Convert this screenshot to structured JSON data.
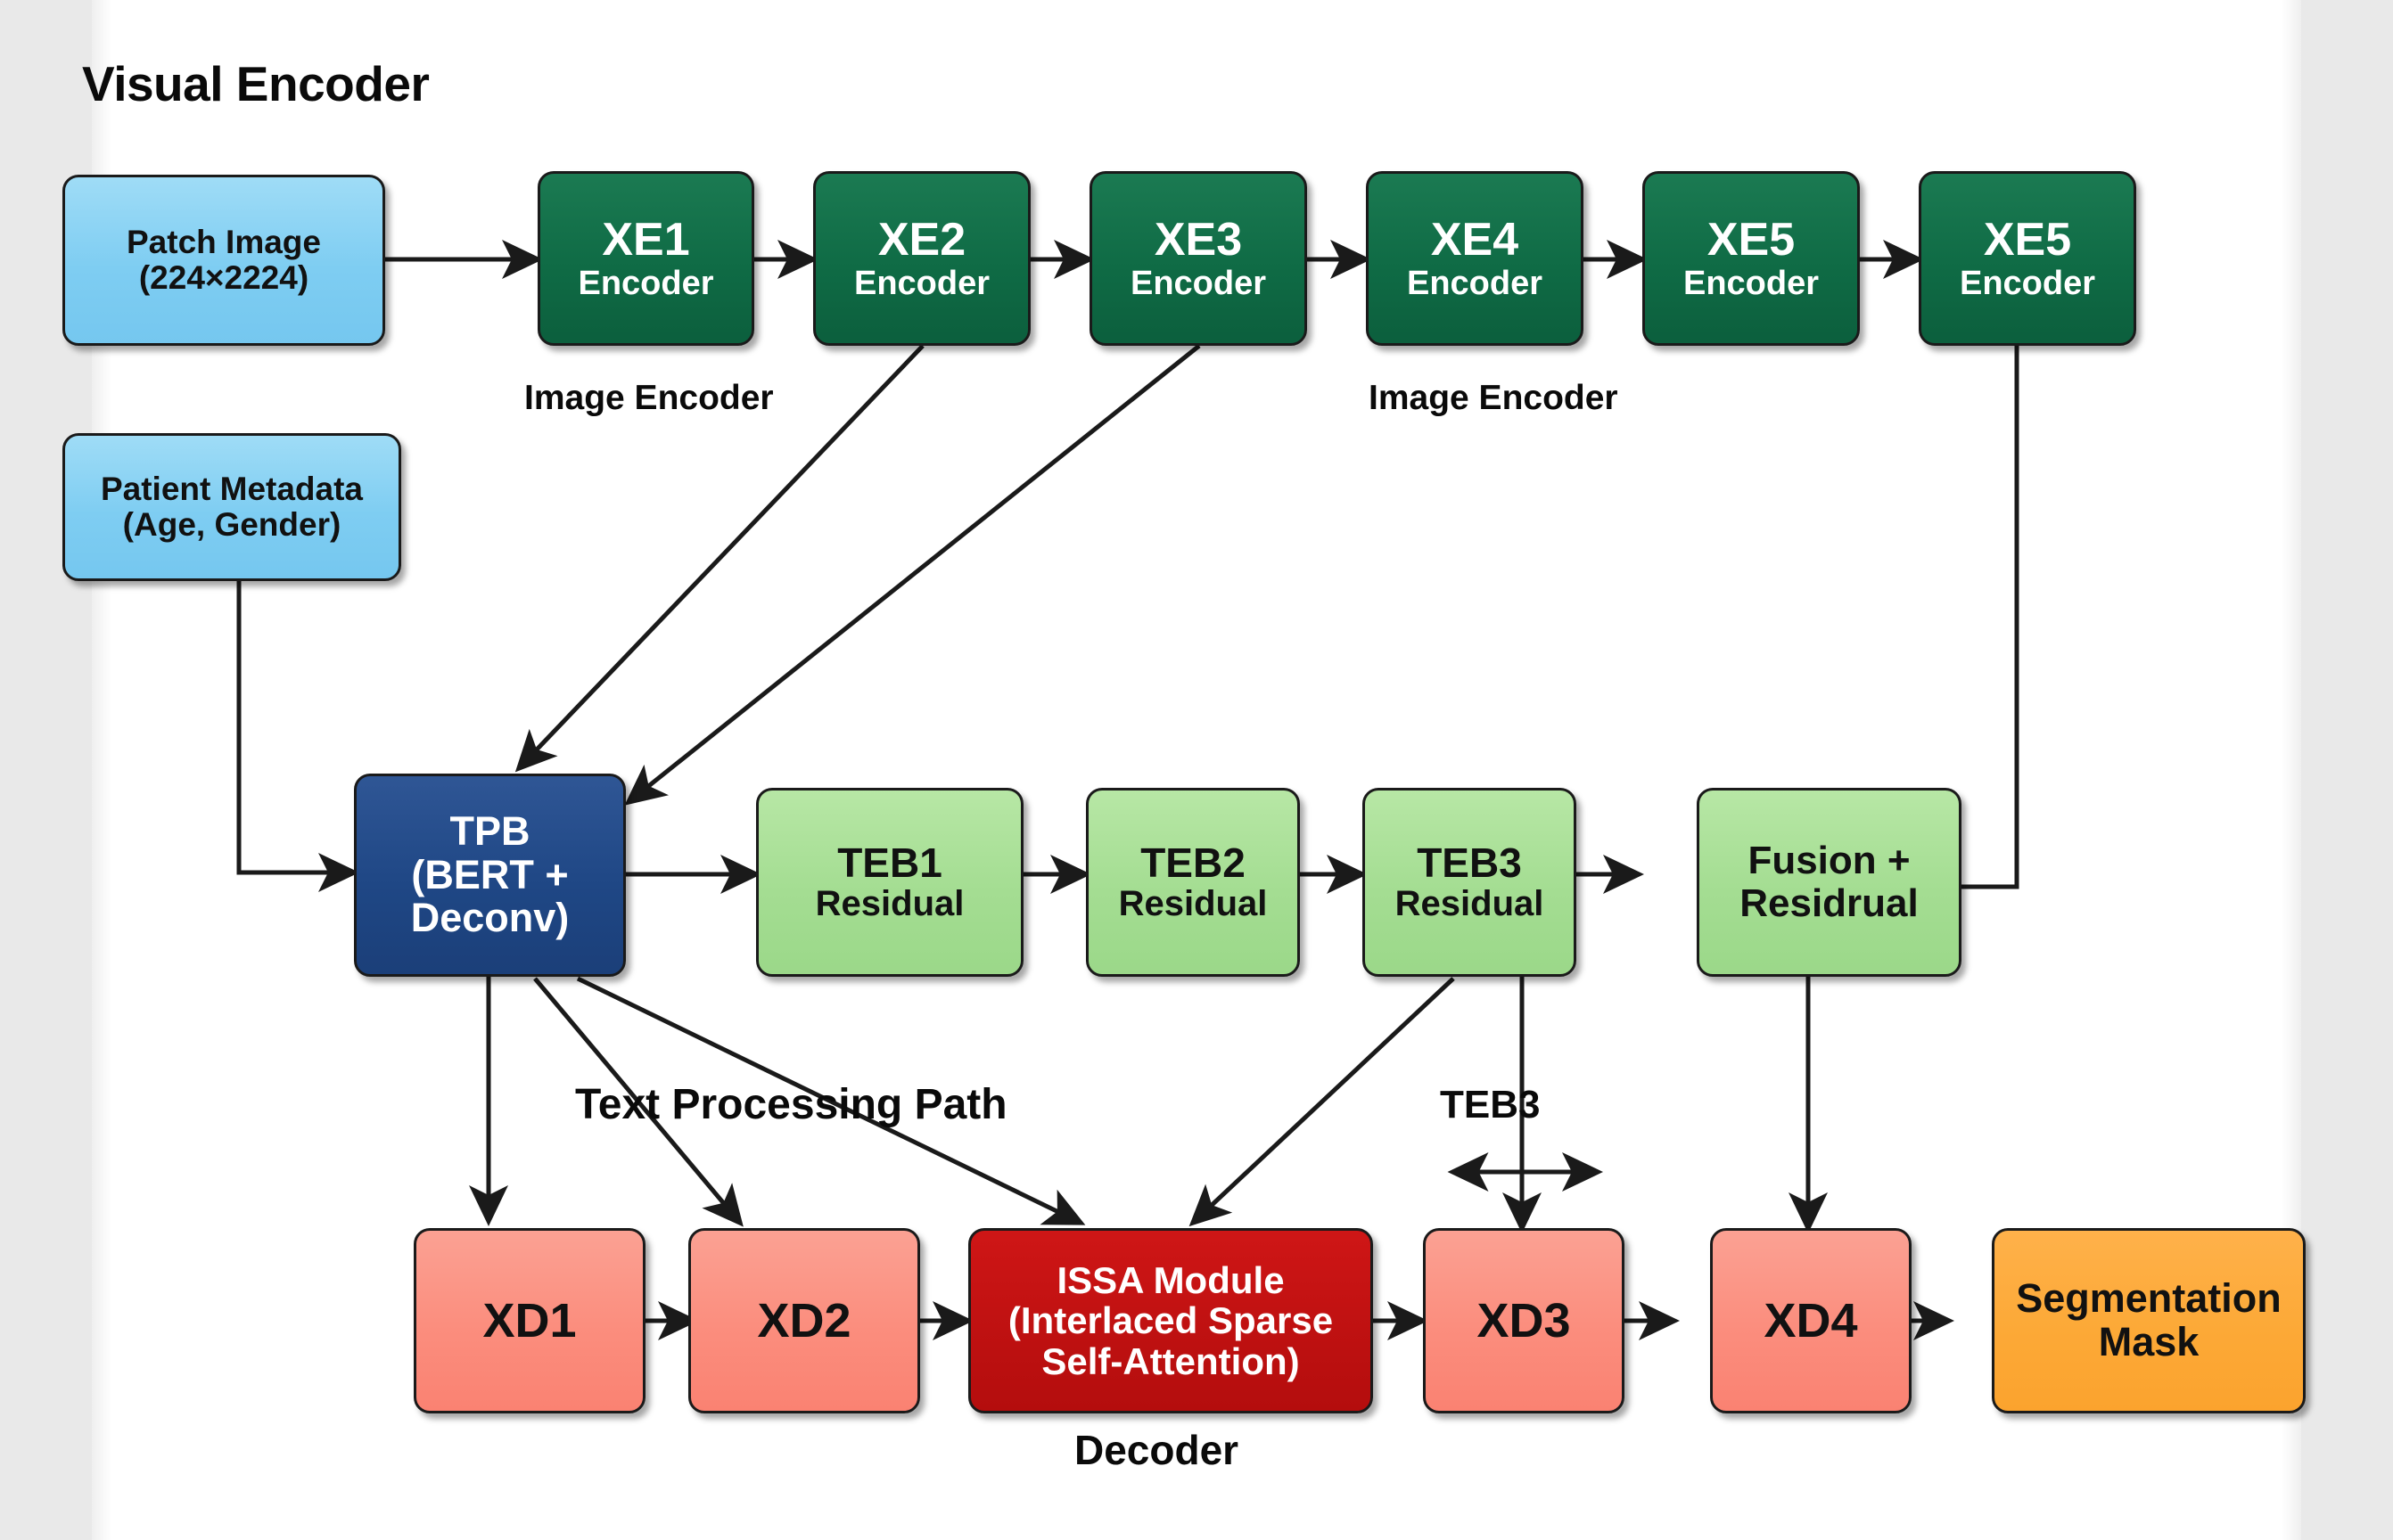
{
  "figure": {
    "kind": "architecture-block-diagram",
    "background": "#ffffff",
    "margin_band_color": "#e9e9e9"
  },
  "captions": {
    "visual_encoder": "Visual Encoder",
    "image_encoder_left": "Image Encoder",
    "image_encoder_right": "Image Encoder",
    "text_processing_path": "Text Processing Path",
    "decoder": "Decoder",
    "teb3_link": "TEB3"
  },
  "colors": {
    "input_blue": "#7ecdf2",
    "encoder_green": "#0f6b45",
    "residual_green": "#a4dd92",
    "tpb_navy": "#1f4785",
    "decoder_salmon": "#fb8d7d",
    "issa_red": "#bf1111",
    "output_orange": "#fca937",
    "stroke": "#1a1a1a"
  },
  "inputs": [
    {
      "id": "patch-image",
      "line1": "Patch Image",
      "line2": "(224×2224)"
    },
    {
      "id": "patient-metadata",
      "line1": "Patient Metadata",
      "line2": "(Age, Gender)"
    }
  ],
  "encoders": [
    {
      "id": "xe1",
      "line1": "XE1",
      "line2": "Encoder"
    },
    {
      "id": "xe2",
      "line1": "XE2",
      "line2": "Encoder"
    },
    {
      "id": "xe3",
      "line1": "XE3",
      "line2": "Encoder"
    },
    {
      "id": "xe4",
      "line1": "XE4",
      "line2": "Encoder"
    },
    {
      "id": "xe5a",
      "line1": "XE5",
      "line2": "Encoder"
    },
    {
      "id": "xe5b",
      "line1": "XE5",
      "line2": "Encoder"
    }
  ],
  "text_path": {
    "tpb": {
      "line1": "TPB",
      "line2": "(BERT +",
      "line3": "Deconv)"
    },
    "blocks": [
      {
        "id": "teb1",
        "line1": "TEB1",
        "line2": "Residual"
      },
      {
        "id": "teb2",
        "line1": "TEB2",
        "line2": "Residual"
      },
      {
        "id": "teb3",
        "line1": "TEB3",
        "line2": "Residual"
      },
      {
        "id": "fusion",
        "line1": "Fusion +",
        "line2": "Residrual"
      }
    ]
  },
  "decoder_row": [
    {
      "id": "xd1",
      "line1": "XD1",
      "line2": "",
      "line3": ""
    },
    {
      "id": "xd2",
      "line1": "XD2",
      "line2": "",
      "line3": ""
    },
    {
      "id": "issa",
      "line1": "ISSA Module",
      "line2": "(Interlaced Sparse",
      "line3": "Self-Attention)"
    },
    {
      "id": "xd3",
      "line1": "XD3",
      "line2": "",
      "line3": ""
    },
    {
      "id": "xd4",
      "line1": "XD4",
      "line2": "",
      "line3": ""
    },
    {
      "id": "mask",
      "line1": "Segmentation",
      "line2": "Mask",
      "line3": ""
    }
  ],
  "edges": [
    {
      "from": "patch-image",
      "to": "xe1",
      "style": "straight-arrow"
    },
    {
      "from": "xe1",
      "to": "xe2",
      "style": "straight-arrow"
    },
    {
      "from": "xe2",
      "to": "xe3",
      "style": "straight-arrow"
    },
    {
      "from": "xe3",
      "to": "xe4",
      "style": "straight-arrow"
    },
    {
      "from": "xe4",
      "to": "xe5a",
      "style": "straight-arrow"
    },
    {
      "from": "xe5a",
      "to": "xe5b",
      "style": "straight-arrow"
    },
    {
      "from": "patient-metadata",
      "to": "tpb",
      "style": "orthogonal-arrow"
    },
    {
      "from": "xe2",
      "to": "tpb",
      "style": "diagonal-arrow"
    },
    {
      "from": "xe3",
      "to": "tpb",
      "style": "diagonal-arrow"
    },
    {
      "from": "xe5b",
      "to": "fusion",
      "style": "orthogonal-arrow"
    },
    {
      "from": "tpb",
      "to": "teb1",
      "style": "straight-arrow"
    },
    {
      "from": "teb1",
      "to": "teb2",
      "style": "straight-arrow"
    },
    {
      "from": "teb2",
      "to": "teb3",
      "style": "straight-arrow"
    },
    {
      "from": "teb3",
      "to": "fusion",
      "style": "straight-arrow"
    },
    {
      "from": "tpb",
      "to": "xd1",
      "style": "vertical-arrow"
    },
    {
      "from": "tpb",
      "to": "xd2",
      "style": "diagonal-arrow"
    },
    {
      "from": "tpb",
      "to": "issa",
      "style": "diagonal-arrow"
    },
    {
      "from": "teb3",
      "to": "issa",
      "style": "diagonal-arrow"
    },
    {
      "from": "teb3",
      "to": "xd3",
      "style": "vertical-arrow"
    },
    {
      "from": "fusion",
      "to": "xd4",
      "style": "vertical-arrow"
    },
    {
      "from": "xd1",
      "to": "xd2",
      "style": "straight-arrow"
    },
    {
      "from": "xd2",
      "to": "issa",
      "style": "straight-arrow"
    },
    {
      "from": "issa",
      "to": "xd3",
      "style": "straight-arrow"
    },
    {
      "from": "xd3",
      "to": "xd4",
      "style": "straight-arrow"
    },
    {
      "from": "xd4",
      "to": "mask",
      "style": "straight-arrow"
    },
    {
      "from": "teb3-label",
      "to": "xd3",
      "style": "bidirectional-arrow"
    }
  ]
}
